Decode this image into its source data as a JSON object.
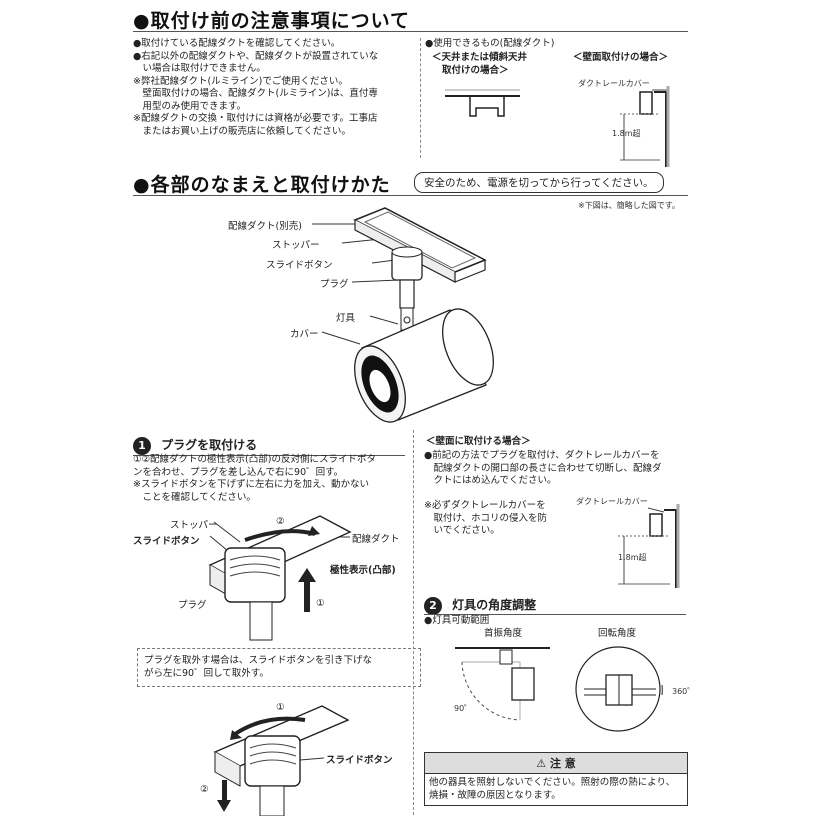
{
  "section1": {
    "title": "●取付け前の注意事項について",
    "notes": [
      "●取付けている配線ダクトを確認してください。",
      "●右記以外の配線ダクトや、配線ダクトが設置されていな",
      "　い場合は取付けできません。",
      "※弊社配線ダクト(ルミライン)でご使用ください。",
      "　壁面取付けの場合、配線ダクト(ルミライン)は、直付専",
      "　用型のみ使用できます。",
      "※配線ダクトの交換・取付けには資格が必要です。工事店",
      "　またはお買い上げの販売店に依頼してください。"
    ],
    "usable_title": "●使用できるもの(配線ダクト)",
    "ceiling_case": "＜天井または傾斜天井",
    "ceiling_case2": "取付けの場合＞",
    "wall_case": "＜壁面取付けの場合＞",
    "duct_cover": "ダクトレールカバー",
    "height": "1.8m超"
  },
  "section2": {
    "title": "●各部のなまえと取付けかた",
    "safety": "安全のため、電源を切ってから行ってください。",
    "simplified": "※下図は、簡略した図です。",
    "parts": {
      "duct": "配線ダクト(別売)",
      "stopper": "ストッパー",
      "slide_button": "スライドボタン",
      "plug": "プラグ",
      "fixture": "灯具",
      "cover": "カバー"
    }
  },
  "step1": {
    "num": "1",
    "title": "プラグを取付ける",
    "lines": [
      "①②配線ダクトの極性表示(凸部)の反対側にスライドボタ",
      "ンを合わせ、プラグを差し込んで右に90゜回す。",
      "※スライドボタンを下げずに左右に力を加え、動かない",
      "　ことを確認してください。"
    ],
    "stopper": "ストッパー",
    "slide_button": "スライドボタン",
    "duct": "配線ダクト",
    "polarity": "極性表示(凸部)",
    "plug": "プラグ",
    "c1": "①",
    "c2": "②",
    "remove_note1": "プラグを取外す場合は、スライドボタンを引き下げな",
    "remove_note2": "がら左に90゜回して取外す。",
    "slide_button2": "スライドボタン",
    "c1b": "①",
    "c2b": "②"
  },
  "wall": {
    "title": "＜壁面に取付ける場合＞",
    "lines": [
      "●前記の方法でプラグを取付け、ダクトレールカバーを",
      "　配線ダクトの開口部の長さに合わせて切断し、配線ダ",
      "　クトにはめ込んでください。"
    ],
    "note": [
      "※必ずダクトレールカバーを",
      "　取付け、ホコリの侵入を防",
      "　いでください。"
    ],
    "duct_cover": "ダクトレールカバー",
    "height": "1.8m超"
  },
  "step2": {
    "num": "2",
    "title": "灯具の角度調整",
    "range": "●灯具可動範囲",
    "tilt": "首振角度",
    "rotate": "回転角度",
    "deg90": "90゜",
    "deg360": "360゜"
  },
  "caution": {
    "title": "注 意",
    "line1": "他の器具を照射しないでください。照射の際の熱により、",
    "line2": "焼損・故障の原因となります。"
  }
}
